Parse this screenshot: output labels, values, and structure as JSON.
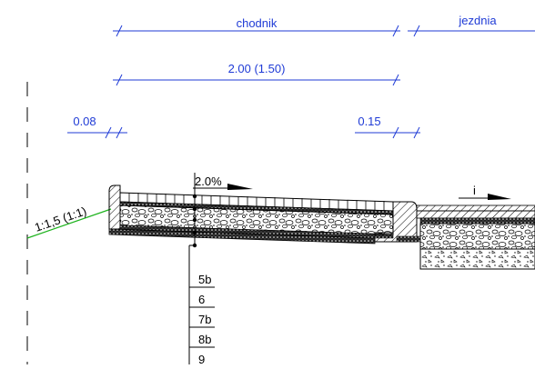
{
  "dimensions": {
    "sidewalk_label": "chodnik",
    "roadway_label": "jezdnia",
    "width_label": "2.00 (1.50)",
    "left_offset_label": "0.08",
    "right_offset_label": "0.15"
  },
  "slope": {
    "sidewalk_slope": "2.0%",
    "embankment_ratio": "1:1,5 (1:1)",
    "roadway_slope_symbol": "i"
  },
  "layers": [
    "5b",
    "6",
    "7b",
    "8b",
    "9"
  ],
  "colors": {
    "dimension_blue": "#1f3bd6",
    "embankment_green": "#1db31d",
    "line_black": "#000000",
    "background": "#ffffff"
  }
}
